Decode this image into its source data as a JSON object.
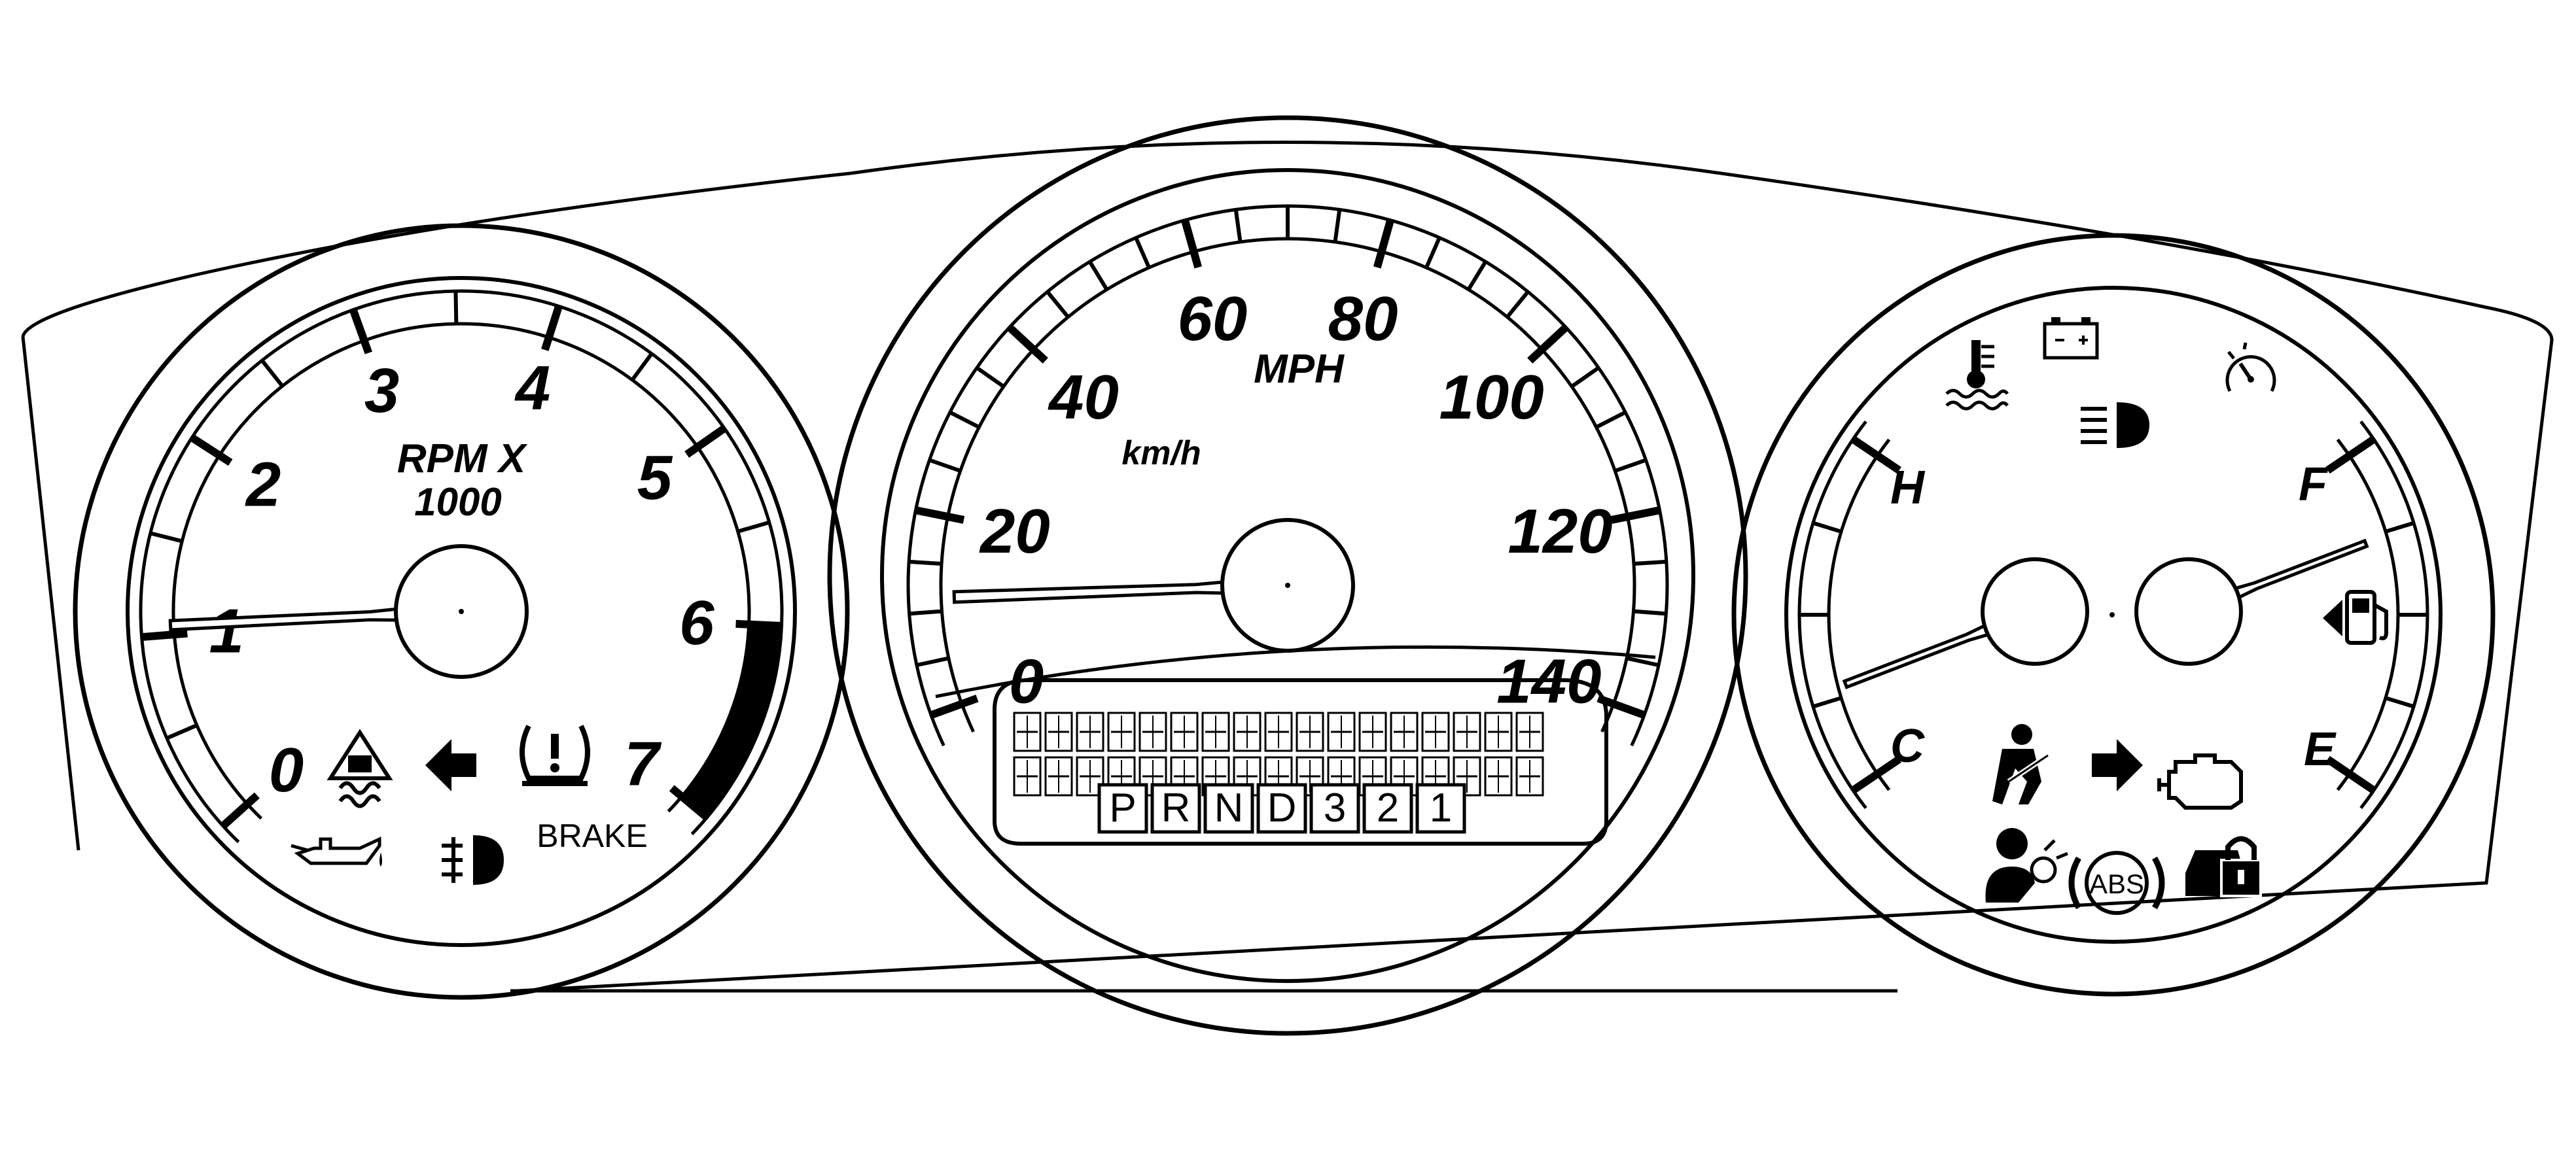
{
  "tachometer": {
    "unit_line1": "RPM X",
    "unit_line2": "1000",
    "labels": [
      "0",
      "1",
      "2",
      "3",
      "4",
      "5",
      "6",
      "7"
    ],
    "needle_value": 1.05,
    "redline_start": 6.0
  },
  "speedometer": {
    "unit_primary": "MPH",
    "unit_secondary": "km/h",
    "labels": [
      "0",
      "20",
      "40",
      "60",
      "80",
      "100",
      "120",
      "140"
    ],
    "needle_value": 0
  },
  "gauges": {
    "temp_hot": "H",
    "temp_cold": "C",
    "fuel_full": "F",
    "fuel_empty": "E",
    "temp_level": 0.02,
    "fuel_level": 0.85
  },
  "warning_lights": {
    "brake": "BRAKE",
    "abs": "ABS"
  },
  "prndl": [
    "P",
    "R",
    "N",
    "D",
    "3",
    "2",
    "1"
  ],
  "icons": {
    "left": [
      "traction-control-icon",
      "left-turn-signal-icon",
      "tire-pressure-icon",
      "oil-pressure-icon",
      "rear-fog-lamp-icon"
    ],
    "right": [
      "coolant-temperature-icon",
      "battery-icon",
      "headlamp-icon",
      "cruise-control-icon",
      "seatbelt-icon",
      "right-turn-signal-icon",
      "check-engine-icon",
      "airbag-icon",
      "security-lock-icon",
      "fuel-pump-icon"
    ]
  },
  "colors": {
    "line": "#000000",
    "background": "#ffffff"
  }
}
